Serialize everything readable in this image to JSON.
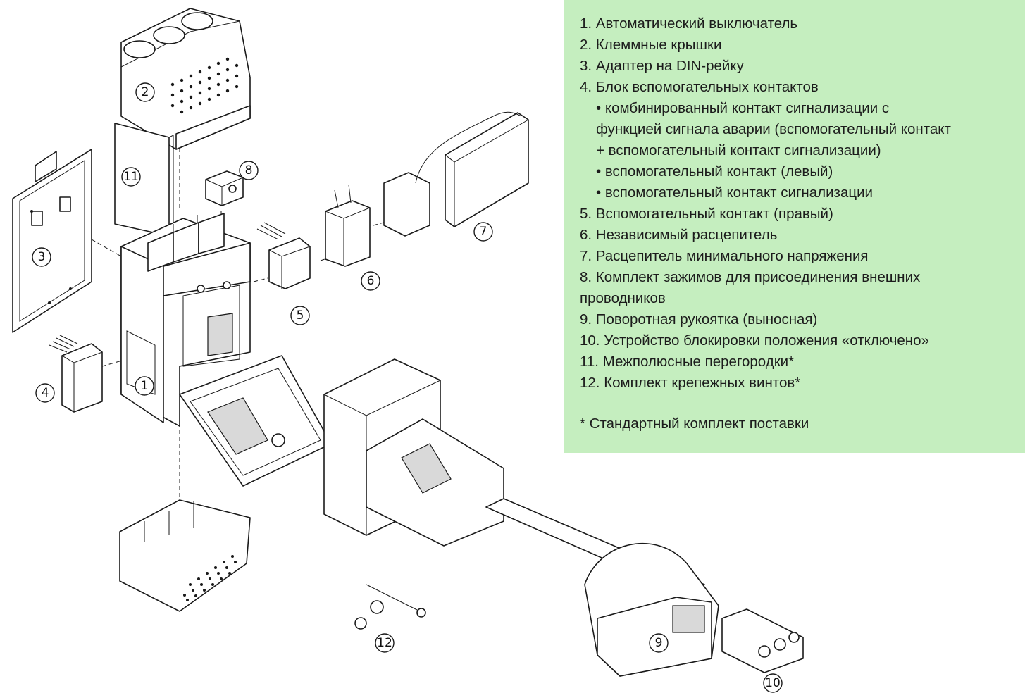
{
  "legend": {
    "items": [
      "1. Автоматический выключатель",
      "2. Клеммные крышки",
      "3. Адаптер на DIN-рейку",
      "4. Блок вспомогательных контактов",
      "• комбинированный контакт сигнализации с",
      "функцией сигнала аварии (вспомогательный контакт",
      "+ вспомогательный контакт сигнализации)",
      "• вспомогательный контакт (левый)",
      "• вспомогательный контакт сигнализации",
      "5. Вспомогательный контакт (правый)",
      "6. Независимый расцепитель",
      "7. Расцепитель минимального напряжения",
      "8. Комплект зажимов для присоединения внешних",
      "проводников",
      "9. Поворотная рукоятка (выносная)",
      "10. Устройство блокировки положения «отключено»",
      "11. Межполюсные перегородки*",
      "12. Комплект крепежных винтов*"
    ],
    "note": "* Стандартный комплект поставки"
  },
  "callouts": {
    "c1": "1",
    "c2": "2",
    "c3": "3",
    "c4": "4",
    "c5": "5",
    "c6": "6",
    "c7": "7",
    "c8": "8",
    "c9": "9",
    "c10": "10",
    "c11": "11",
    "c12": "12"
  },
  "colors": {
    "legend_background": "#c5eebf"
  }
}
